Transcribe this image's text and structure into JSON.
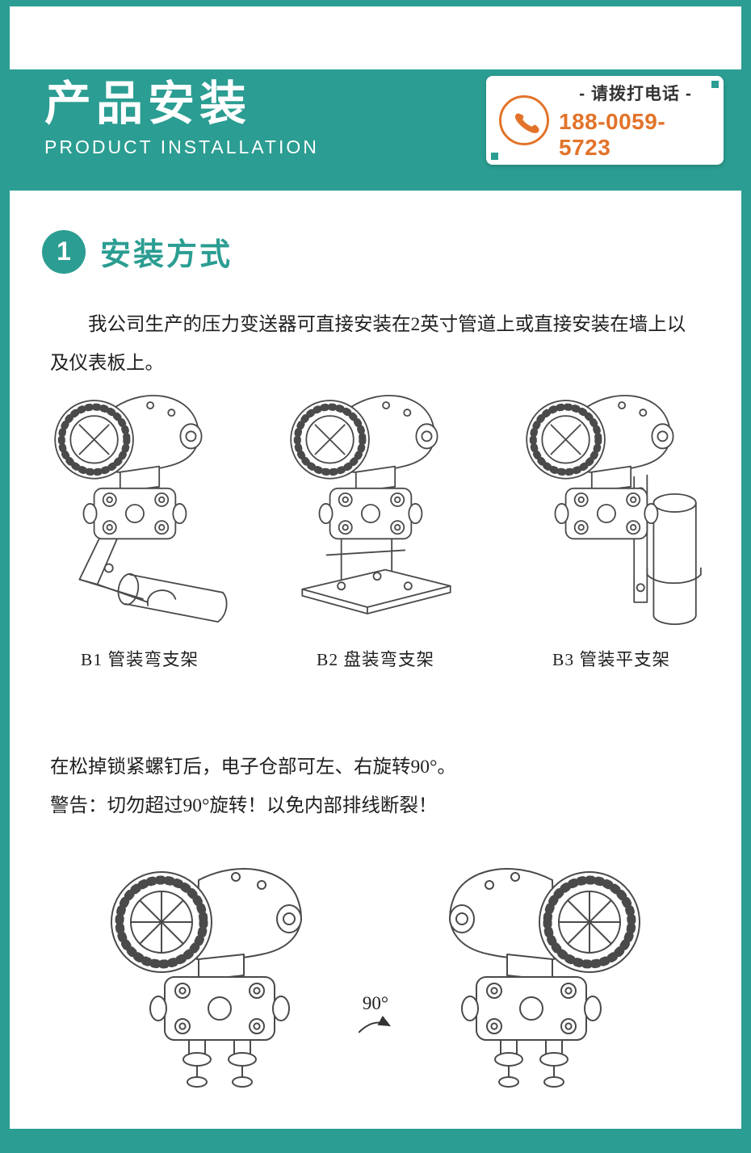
{
  "theme": {
    "teal": "#2B9D92",
    "orange": "#E2732A",
    "ink": "#1f1f1f",
    "line": "#4a4a4a"
  },
  "header": {
    "title": "产品安装",
    "subtitle": "PRODUCT INSTALLATION"
  },
  "phone": {
    "icon": "phone-handset-icon",
    "label": "- 请拨打电话 -",
    "number": "188-0059-5723"
  },
  "section": {
    "number": "1",
    "title": "安装方式"
  },
  "intro": "我公司生产的压力变送器可直接安装在2英寸管道上或直接安装在墙上以及仪表板上。",
  "figures": [
    {
      "id": "B1",
      "caption": "B1 管装弯支架"
    },
    {
      "id": "B2",
      "caption": "B2 盘装弯支架"
    },
    {
      "id": "B3",
      "caption": "B3 管装平支架"
    }
  ],
  "note": {
    "line1": "在松掉锁紧螺钉后，电子仓部可左、右旋转90°。",
    "line2": "警告：切勿超过90°旋转！以免内部排线断裂！"
  },
  "rotation": {
    "angle_label": "90°"
  }
}
